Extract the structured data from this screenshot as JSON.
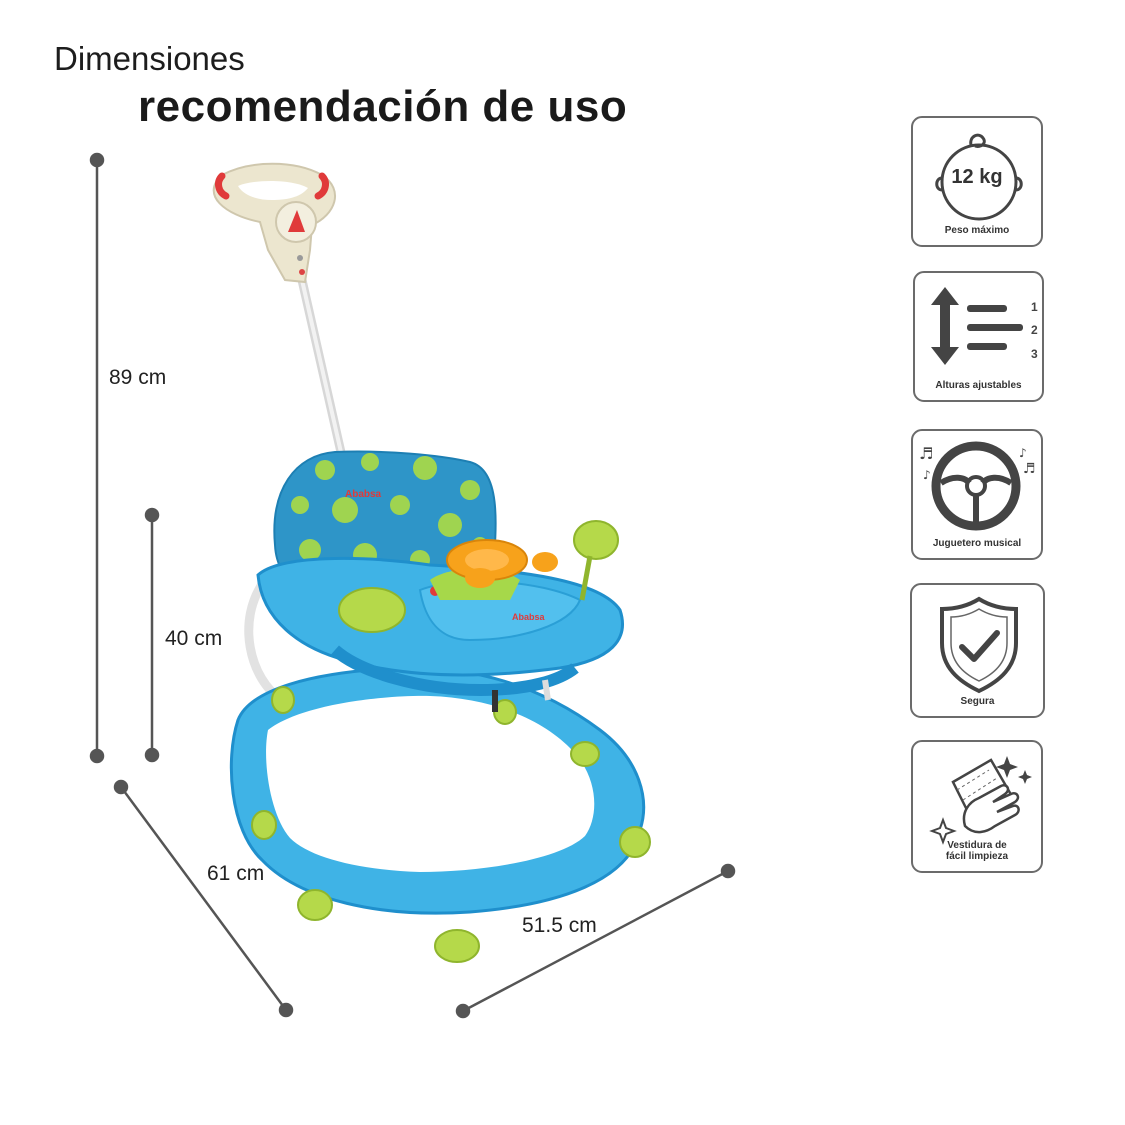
{
  "heading": {
    "line1": "Dimensiones",
    "line2": "recomendación de uso"
  },
  "dimensions": {
    "total_height": "89 cm",
    "seat_height": "40 cm",
    "depth": "61 cm",
    "width": "51.5 cm"
  },
  "features": [
    {
      "icon": "baby-face-icon",
      "value": "12 kg",
      "label": "Peso máximo"
    },
    {
      "icon": "adjustable-height-icon",
      "levels": [
        "1",
        "2",
        "3"
      ],
      "label": "Alturas ajustables"
    },
    {
      "icon": "steering-wheel-music-icon",
      "label": "Juguetero musical"
    },
    {
      "icon": "shield-check-icon",
      "label": "Segura"
    },
    {
      "icon": "cleaning-hand-icon",
      "label_line1": "Vestidura de",
      "label_line2": "fácil limpieza"
    }
  ],
  "colors": {
    "walker_blue": "#3fb3e6",
    "walker_blue_dark": "#1f8fcc",
    "accent_green": "#b5d94a",
    "steering_orange": "#f7a21b",
    "handle_cream": "#ece6cf",
    "badge_border": "#6b6b6b",
    "dimension_line": "#555555"
  }
}
